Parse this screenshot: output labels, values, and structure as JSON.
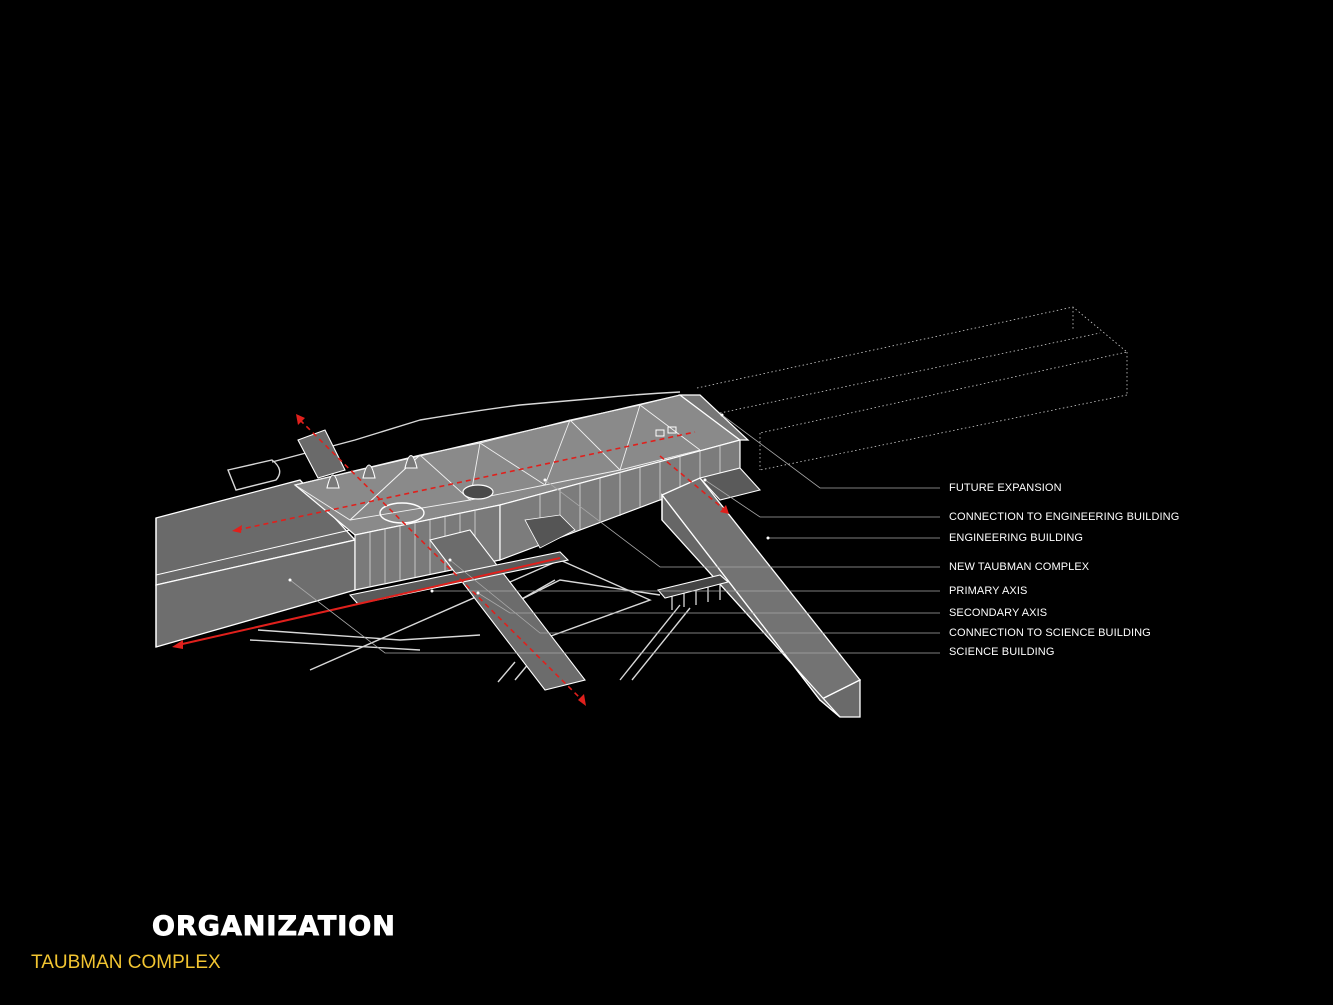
{
  "title": "ORGANIZATION",
  "subtitle": "TAUBMAN COMPLEX",
  "legend": [
    {
      "id": "future-expansion",
      "text": "FUTURE EXPANSION"
    },
    {
      "id": "connection-engineering",
      "text": "CONNECTION TO ENGINEERING BUILDING"
    },
    {
      "id": "engineering-building",
      "text": "ENGINEERING BUILDING"
    },
    {
      "id": "new-taubman-complex",
      "text": "NEW TAUBMAN COMPLEX"
    },
    {
      "id": "primary-axis",
      "text": "PRIMARY AXIS"
    },
    {
      "id": "secondary-axis",
      "text": "SECONDARY AXIS"
    },
    {
      "id": "connection-science",
      "text": "CONNECTION TO SCIENCE BUILDING"
    },
    {
      "id": "science-building",
      "text": "SCIENCE BUILDING"
    }
  ],
  "colors": {
    "background": "#000000",
    "mass_fill": "#6e6e6e",
    "roof_fill": "#8a8a8a",
    "line": "#ffffff",
    "axis": "#e0201c",
    "subtitle": "#f2c531"
  }
}
